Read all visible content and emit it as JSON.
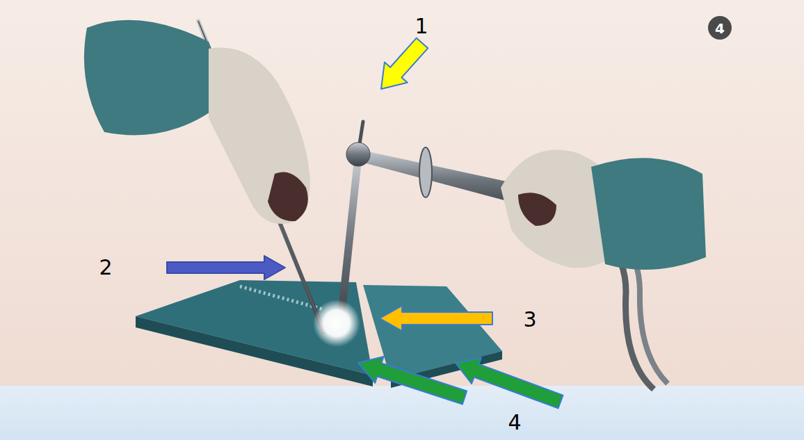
{
  "diagram": {
    "labels": [
      "4",
      "1",
      "2",
      "3",
      "4"
    ]
  }
}
